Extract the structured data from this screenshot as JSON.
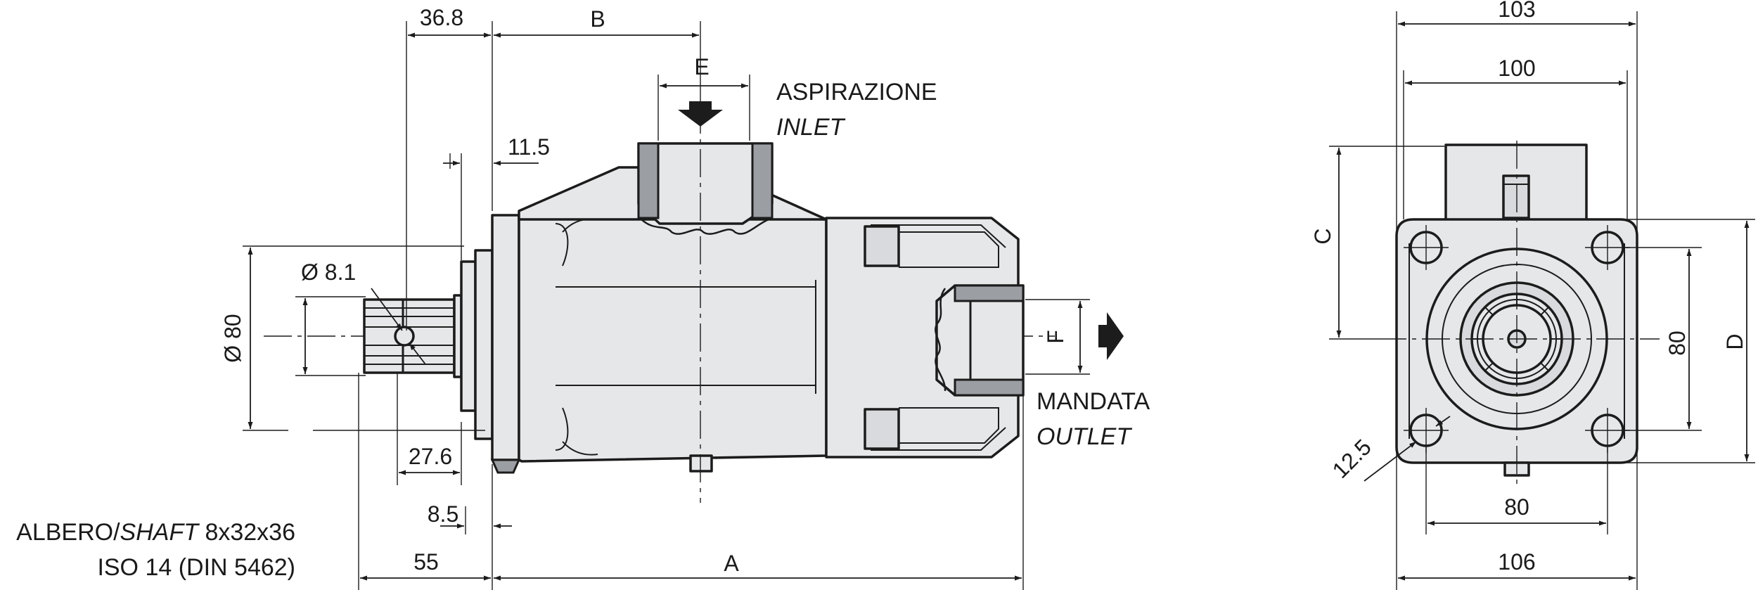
{
  "side_view": {
    "dims": {
      "d36_8": "36.8",
      "B": "B",
      "E": "E",
      "d11_5": "11.5",
      "d8_1": "Ø 8.1",
      "d80": "Ø 80",
      "d27_6": "27.6",
      "d8_5": "8.5",
      "d55": "55",
      "A": "A",
      "F": "F"
    },
    "inlet": {
      "it": "ASPIRAZIONE",
      "en": "INLET"
    },
    "outlet": {
      "it": "MANDATA",
      "en": "OUTLET"
    },
    "shaft": {
      "line1_a": "ALBERO/",
      "line1_b": "SHAFT",
      "line1_c": " 8x32x36",
      "line2": "ISO 14 (DIN 5462)"
    }
  },
  "front_view": {
    "dims": {
      "d103": "103",
      "d100": "100",
      "C": "C",
      "D": "D",
      "d80v": "80",
      "d80h": "80",
      "d12_5": "12.5",
      "d106": "106"
    }
  },
  "colors": {
    "body": "#e6e7e9",
    "shaded": "#9b9ea3",
    "line": "#1c1c1c"
  }
}
